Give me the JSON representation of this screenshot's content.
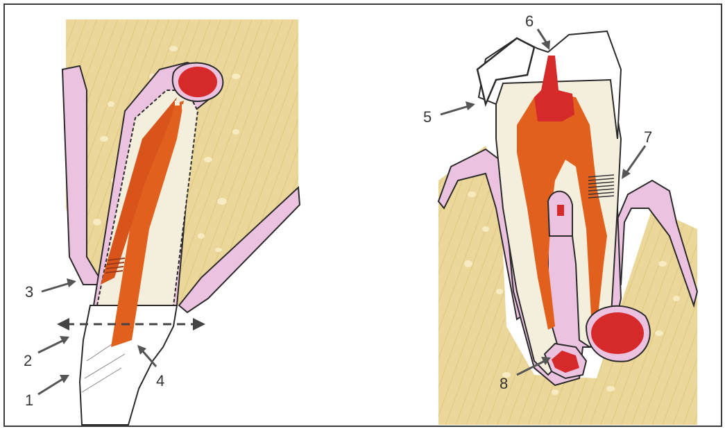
{
  "figure": {
    "callouts": [
      {
        "id": "1",
        "label": "1"
      },
      {
        "id": "2",
        "label": "2"
      },
      {
        "id": "3",
        "label": "3"
      },
      {
        "id": "4",
        "label": "4"
      },
      {
        "id": "5",
        "label": "5"
      },
      {
        "id": "6",
        "label": "6"
      },
      {
        "id": "7",
        "label": "7"
      },
      {
        "id": "8",
        "label": "8"
      }
    ]
  },
  "colors": {
    "bone": "#EBD79A",
    "bone_dark": "#D9C07A",
    "membrane": "#EBC3E0",
    "dentin": "#F4EFDC",
    "enamel": "#FFFFFF",
    "pulp": "#E2601E",
    "lesion": "#D62A2A",
    "outline": "#2A2A2A",
    "arrow": "#555555"
  }
}
